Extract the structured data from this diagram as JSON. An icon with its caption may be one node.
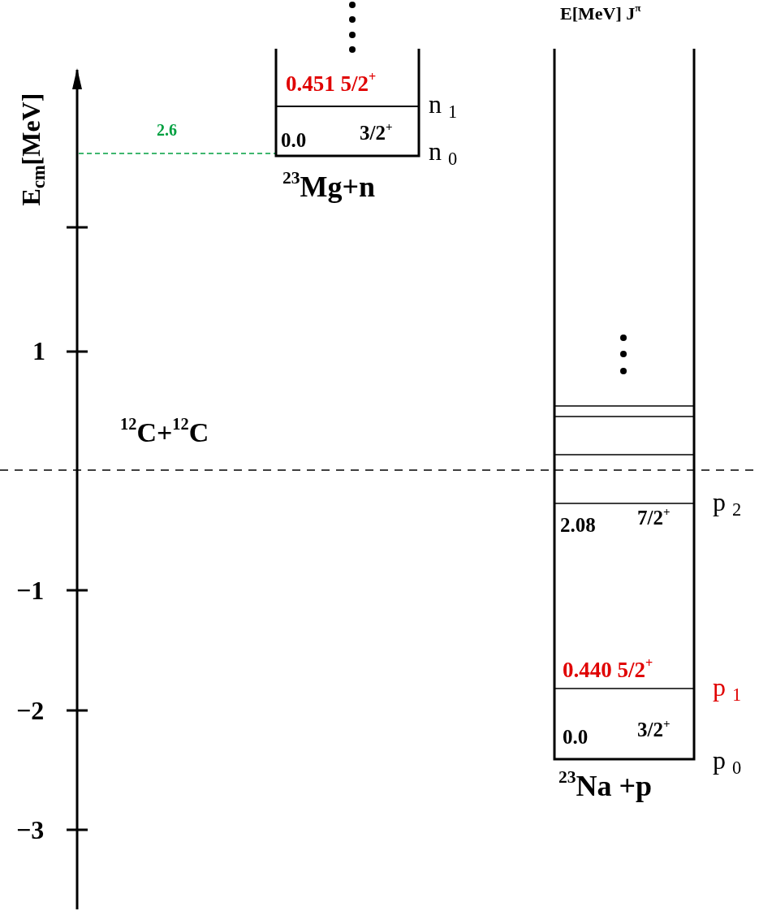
{
  "diagram": {
    "labels": [
      "E[MeV] J$^{π}$",
      "E$_{cm}$[MeV]",
      "0.451 5/2$^{+}$",
      "n $_{1}$",
      "2.6",
      "0.0",
      "3/2$^{+}$",
      "n $_{0}$",
      "$^{23}$Mg+n",
      "1",
      "$^{12}$C+$^{12}$C",
      "p $_{2}$",
      "2.08",
      "7/2$^{+}$",
      "−1",
      "0.440 5/2$^{+}$",
      "p $_{1}$",
      "−2",
      "0.0",
      "3/2$^{+}$",
      "p $_{0}$",
      "$^{23}$Na +p",
      "−3"
    ]
  }
}
